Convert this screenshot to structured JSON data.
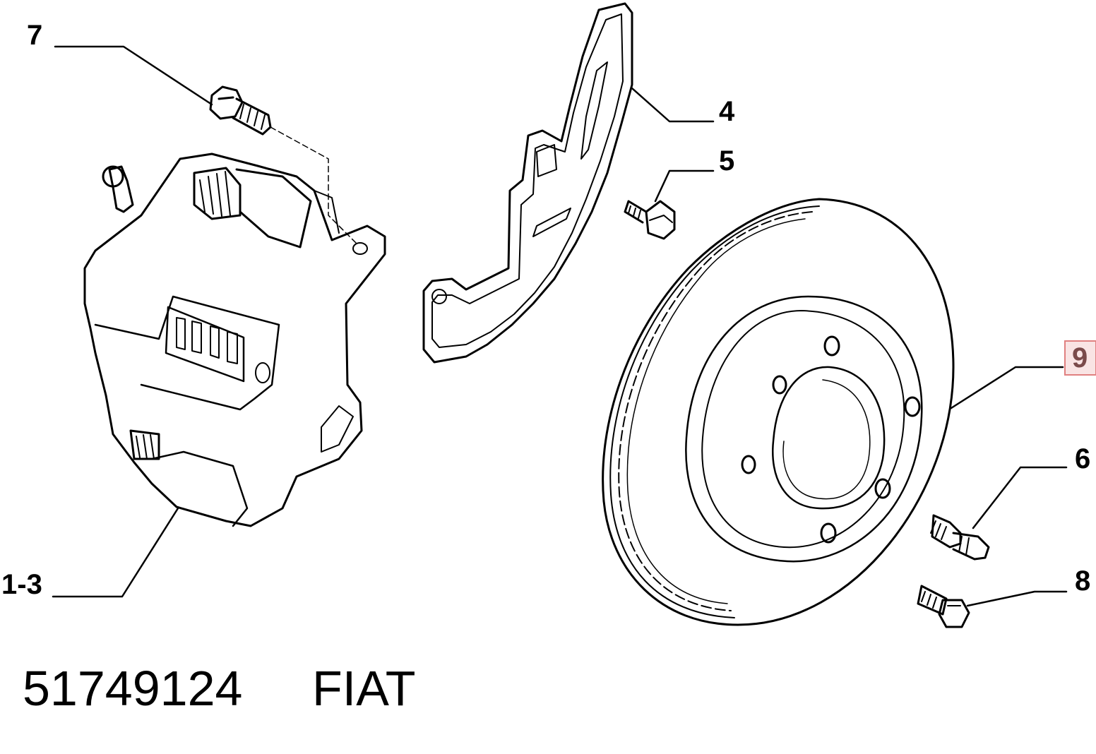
{
  "callouts": {
    "c7": "7",
    "c4": "4",
    "c5": "5",
    "c9": "9",
    "c6": "6",
    "c8": "8",
    "c1_3": "1-3"
  },
  "footer": {
    "part_number": "51749124",
    "brand": "FIAT"
  },
  "colors": {
    "line": "#000000",
    "highlight_border": "#e08080",
    "highlight_fill": "#f9e4e4",
    "highlight_text": "#7a4a4a"
  }
}
